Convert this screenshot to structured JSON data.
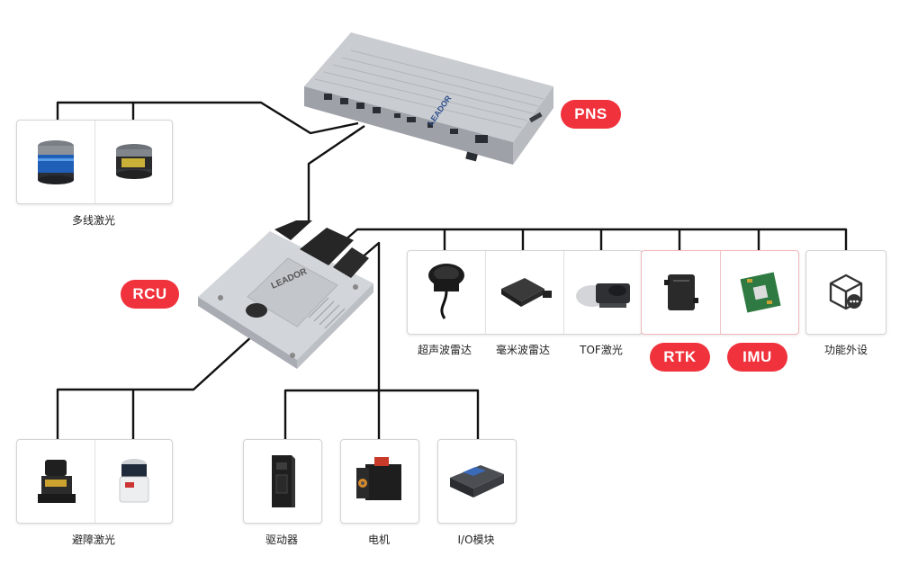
{
  "colors": {
    "badge": "#f0323c",
    "wire": "#111111",
    "box_border": "#d4d4d4",
    "highlight_border": "#f2b8bd"
  },
  "units": {
    "pns": {
      "badge": "PNS",
      "brand": "LEADOR"
    },
    "rcu": {
      "badge": "RCU",
      "brand": "LEADOR"
    }
  },
  "groups": {
    "multi_lidar": {
      "label": "多线激光",
      "icons": [
        "lidar-blue-icon",
        "lidar-yellow-icon"
      ]
    },
    "ultrasonic": {
      "label": "超声波雷达",
      "icon": "ultrasonic-sensor-icon"
    },
    "mmwave": {
      "label": "毫米波雷达",
      "icon": "mmwave-radar-icon"
    },
    "tof": {
      "label": "TOF激光",
      "icon": "tof-lidar-icon"
    },
    "rtk": {
      "badge": "RTK",
      "icon": "rtk-module-icon"
    },
    "imu": {
      "badge": "IMU",
      "icon": "imu-board-icon"
    },
    "peripheral": {
      "label": "功能外设",
      "icon": "cube-peripheral-icon"
    },
    "obstacle_lidar": {
      "label": "避障激光",
      "icons": [
        "safety-scanner-black-icon",
        "safety-scanner-white-icon"
      ]
    },
    "driver": {
      "label": "驱动器",
      "icon": "servo-driver-icon"
    },
    "motor": {
      "label": "电机",
      "icon": "servo-motor-icon"
    },
    "io": {
      "label": "I/O模块",
      "icon": "io-module-icon"
    }
  }
}
